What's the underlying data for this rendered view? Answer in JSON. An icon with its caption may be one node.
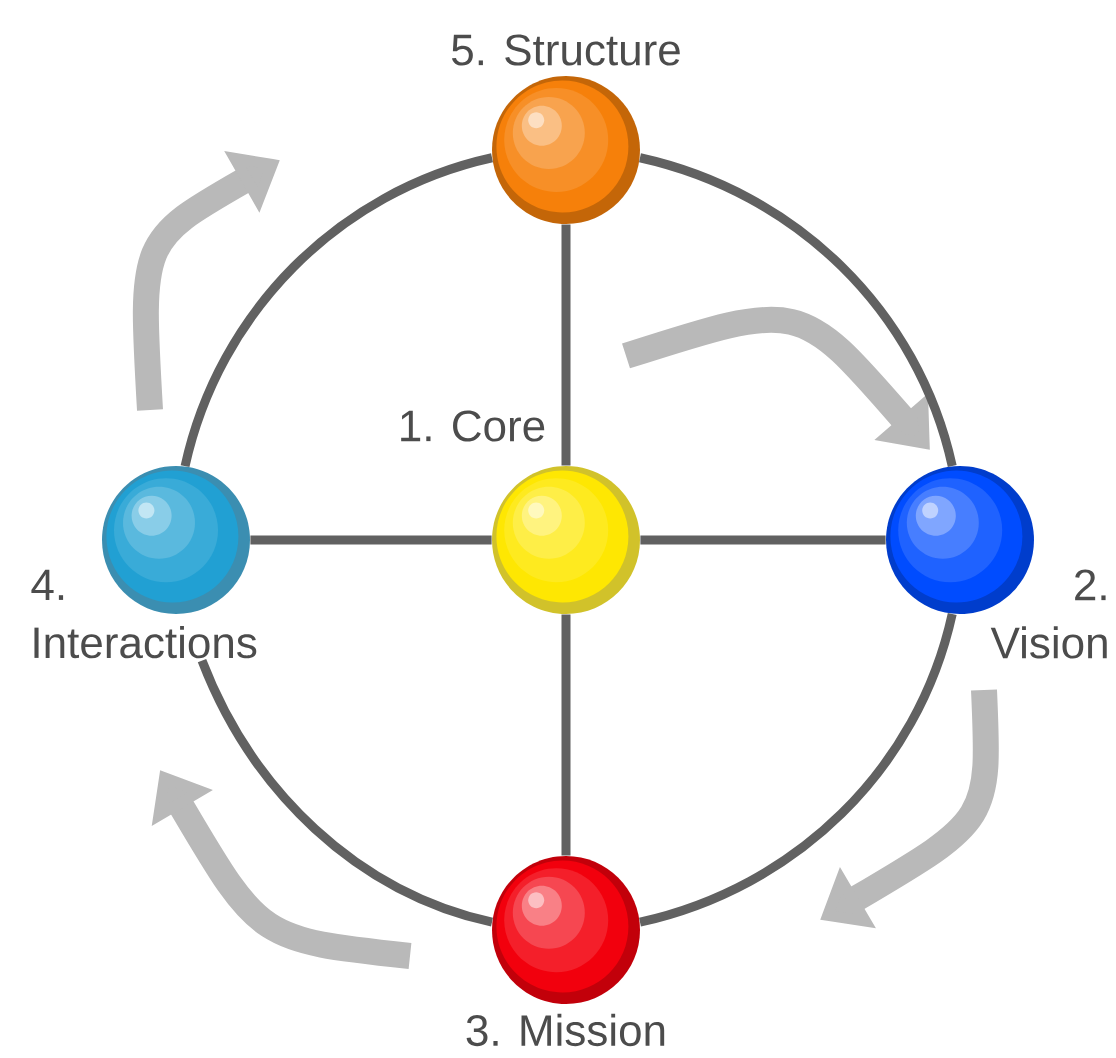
{
  "diagram": {
    "nodes": [
      {
        "text": [
          "5. Structure"
        ]
      },
      {
        "text": [
          "1. Core"
        ]
      },
      {
        "text": [
          "2. Vision"
        ]
      },
      {
        "text": [
          "3. Mission"
        ]
      },
      {
        "text": [
          "4. Interactions"
        ]
      }
    ],
    "edges": [
      {
        "from": 1,
        "to": 0,
        "arrow": "none"
      },
      {
        "from": 1,
        "to": 2,
        "arrow": "none"
      },
      {
        "from": 1,
        "to": 3,
        "arrow": "none"
      },
      {
        "from": 1,
        "to": 4,
        "arrow": "none"
      },
      {
        "from": 0,
        "to": 2,
        "arrow": "none"
      },
      {
        "from": 2,
        "to": 3,
        "arrow": "none"
      },
      {
        "from": 3,
        "to": 4,
        "arrow": "none"
      },
      {
        "from": 4,
        "to": 0,
        "arrow": "none"
      }
    ]
  }
}
